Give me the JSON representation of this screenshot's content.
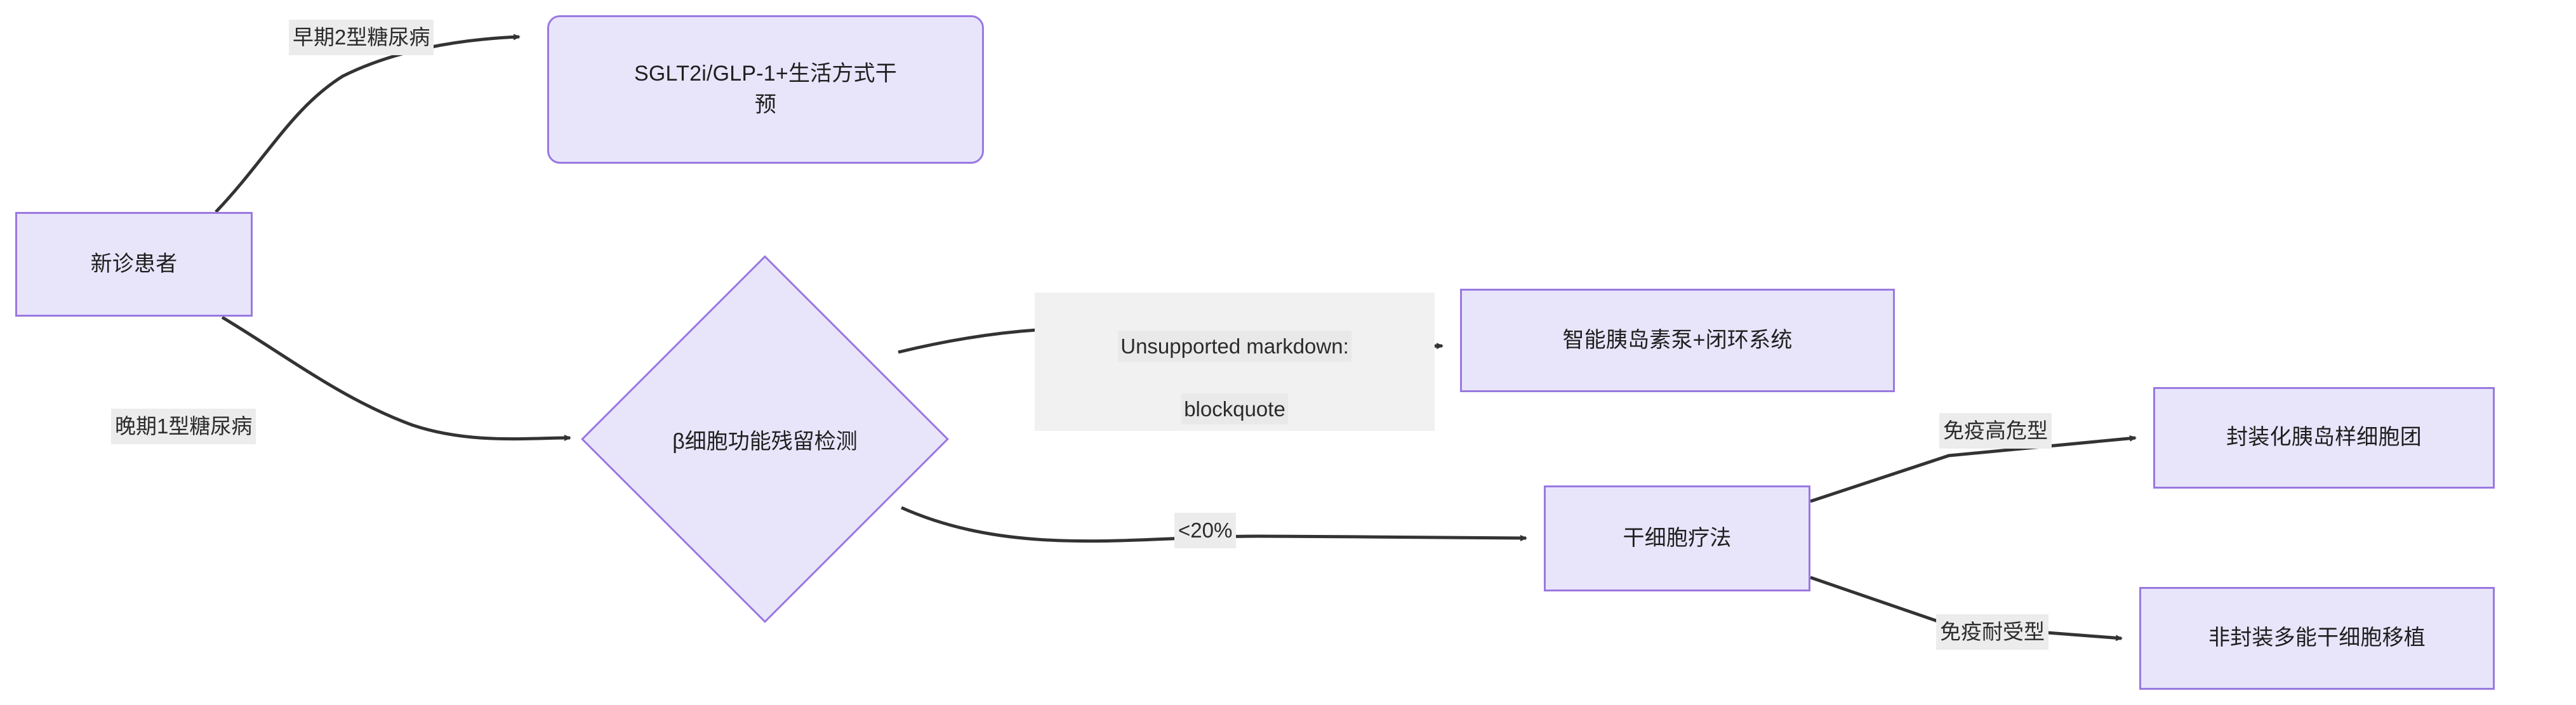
{
  "diagram": {
    "type": "flowchart",
    "direction": "left-to-right",
    "title": "",
    "theme_colors": {
      "node_fill": "#e8e5fb",
      "node_stroke": "#9a78e0",
      "edge_stroke": "#333333",
      "label_bg": "#ececec",
      "text": "#1f1f1f",
      "background": "#ffffff"
    },
    "nodes": [
      {
        "id": "n1",
        "label": "新诊患者",
        "shape": "rect"
      },
      {
        "id": "n2",
        "label": "SGLT2i/GLP-1+生活方式干\n预",
        "shape": "rounded-rect"
      },
      {
        "id": "n3",
        "label": "β细胞功能残留检测",
        "shape": "diamond"
      },
      {
        "id": "n4",
        "label": "智能胰岛素泵+闭环系统",
        "shape": "rect"
      },
      {
        "id": "n5",
        "label": "干细胞疗法",
        "shape": "rect"
      },
      {
        "id": "n6",
        "label": "封装化胰岛样细胞团",
        "shape": "rect"
      },
      {
        "id": "n7",
        "label": "非封装多能干细胞移植",
        "shape": "rect"
      }
    ],
    "edges": [
      {
        "from": "n1",
        "to": "n2",
        "label": "早期2型糖尿病"
      },
      {
        "from": "n1",
        "to": "n3",
        "label": "晚期1型糖尿病"
      },
      {
        "from": "n3",
        "to": "n4",
        "label_line1": "Unsupported markdown:",
        "label_line2": "blockquote"
      },
      {
        "from": "n3",
        "to": "n5",
        "label": "<20%"
      },
      {
        "from": "n5",
        "to": "n6",
        "label": "免疫高危型"
      },
      {
        "from": "n5",
        "to": "n7",
        "label": "免疫耐受型"
      }
    ]
  }
}
